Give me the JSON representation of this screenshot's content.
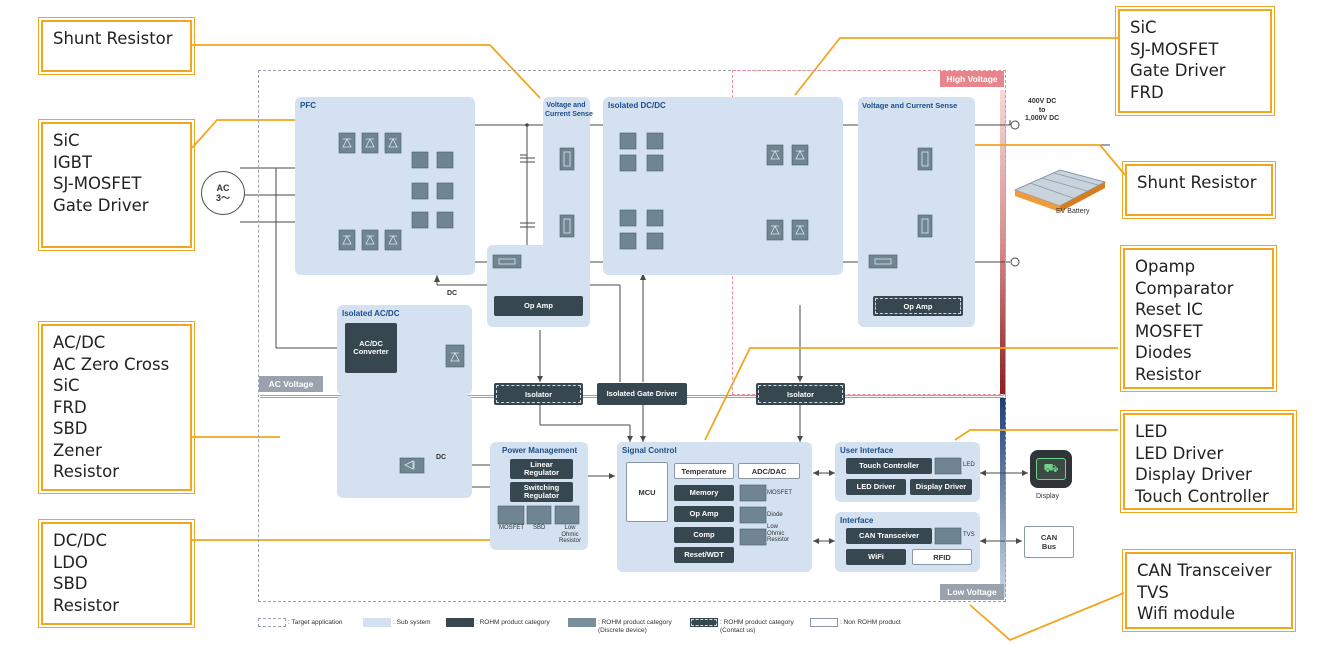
{
  "regions": {
    "high_voltage": "High Voltage",
    "ac_voltage": "AC Voltage",
    "low_voltage": "Low Voltage"
  },
  "subsystems": {
    "pfc": "PFC",
    "vcs_left_l1": "Voltage and",
    "vcs_left_l2": "Current Sense",
    "isolated_dcdc": "Isolated DC/DC",
    "vcs_right": "Voltage and Current Sense",
    "isolated_acdc": "Isolated AC/DC",
    "power_management": "Power Management",
    "signal_control": "Signal Control",
    "user_interface": "User Interface",
    "interface": "Interface"
  },
  "blocks": {
    "op_amp_left": "Op Amp",
    "op_amp_right": "Op Amp",
    "acdc_converter_l1": "AC/DC",
    "acdc_converter_l2": "Converter",
    "isolator_left": "Isolator",
    "isolated_gate_driver": "Isolated Gate Driver",
    "isolator_right": "Isolator",
    "linear_regulator_l1": "Linear",
    "linear_regulator_l2": "Regulator",
    "switching_regulator_l1": "Switching",
    "switching_regulator_l2": "Regulator",
    "mcu": "MCU",
    "temperature": "Temperature",
    "adc_dac": "ADC/DAC",
    "memory": "Memory",
    "op_amp_sc": "Op Amp",
    "comp": "Comp",
    "reset_wdt": "Reset/WDT",
    "touch_controller": "Touch Controller",
    "led_driver": "LED Driver",
    "display_driver": "Display Driver",
    "can_transceiver": "CAN Transceiver",
    "wifi": "WiFi",
    "rfid": "RFID"
  },
  "small_labels": {
    "mosfet_pm": "MOSFET",
    "sbd_pm": "SBD",
    "low_ohmic_pm_l1": "Low",
    "low_ohmic_pm_l2": "Ohmic",
    "low_ohmic_pm_l3": "Resistor",
    "mosfet_sc": "MOSFET",
    "diode_sc": "Diode",
    "low_ohmic_sc_l1": "Low",
    "low_ohmic_sc_l2": "Ohmic",
    "low_ohmic_sc_l3": "Resistor",
    "led": "LED",
    "tvs": "TVS",
    "dc_top": "DC",
    "dc_bottom": "DC",
    "ac_source_l1": "AC",
    "ac_source_l2": "3～",
    "voltage_range_l1": "400V DC",
    "voltage_range_l2": "to",
    "voltage_range_l3": "1,000V DC",
    "ev_battery": "EV Battery",
    "display": "Display",
    "can_bus_l1": "CAN",
    "can_bus_l2": "Bus"
  },
  "callouts": {
    "shunt_left": [
      "Shunt Resistor"
    ],
    "sic_igbt": [
      "SiC",
      "IGBT",
      "SJ-MOSFET",
      "Gate Driver"
    ],
    "acdc": [
      "AC/DC",
      "AC Zero Cross",
      "SiC",
      "FRD",
      "SBD",
      "Zener",
      "Resistor"
    ],
    "dcdc": [
      "DC/DC",
      "LDO",
      "SBD",
      "Resistor"
    ],
    "sic_top_right": [
      "SiC",
      "SJ-MOSFET",
      "Gate Driver",
      "FRD"
    ],
    "shunt_right": [
      "Shunt Resistor"
    ],
    "opamp": [
      "Opamp",
      "Comparator",
      "Reset IC",
      "MOSFET",
      "Diodes",
      "Resistor"
    ],
    "led": [
      "LED",
      "LED Driver",
      "Display Driver",
      "Touch Controller"
    ],
    "can": [
      "CAN Transceiver",
      "TVS",
      "Wifi module"
    ]
  },
  "legend": {
    "target_application": ": Target application",
    "sub_system": ": Sub system",
    "rohm_product": ": ROHM product category",
    "rohm_discrete_l1": ": ROHM product category",
    "rohm_discrete_l2": "(Discrete device)",
    "rohm_contact_l1": ": ROHM product category",
    "rohm_contact_l2": "(Contact us)",
    "non_rohm": ": Non ROHM product"
  },
  "colors": {
    "callout_border": "#f2a51f",
    "subsystem_fill": "#d3e1f1",
    "rohm_product": "#37474f",
    "rohm_discrete": "#78909c",
    "high_voltage_tag": "#e8848c",
    "region_tag": "#9aa3ad"
  }
}
